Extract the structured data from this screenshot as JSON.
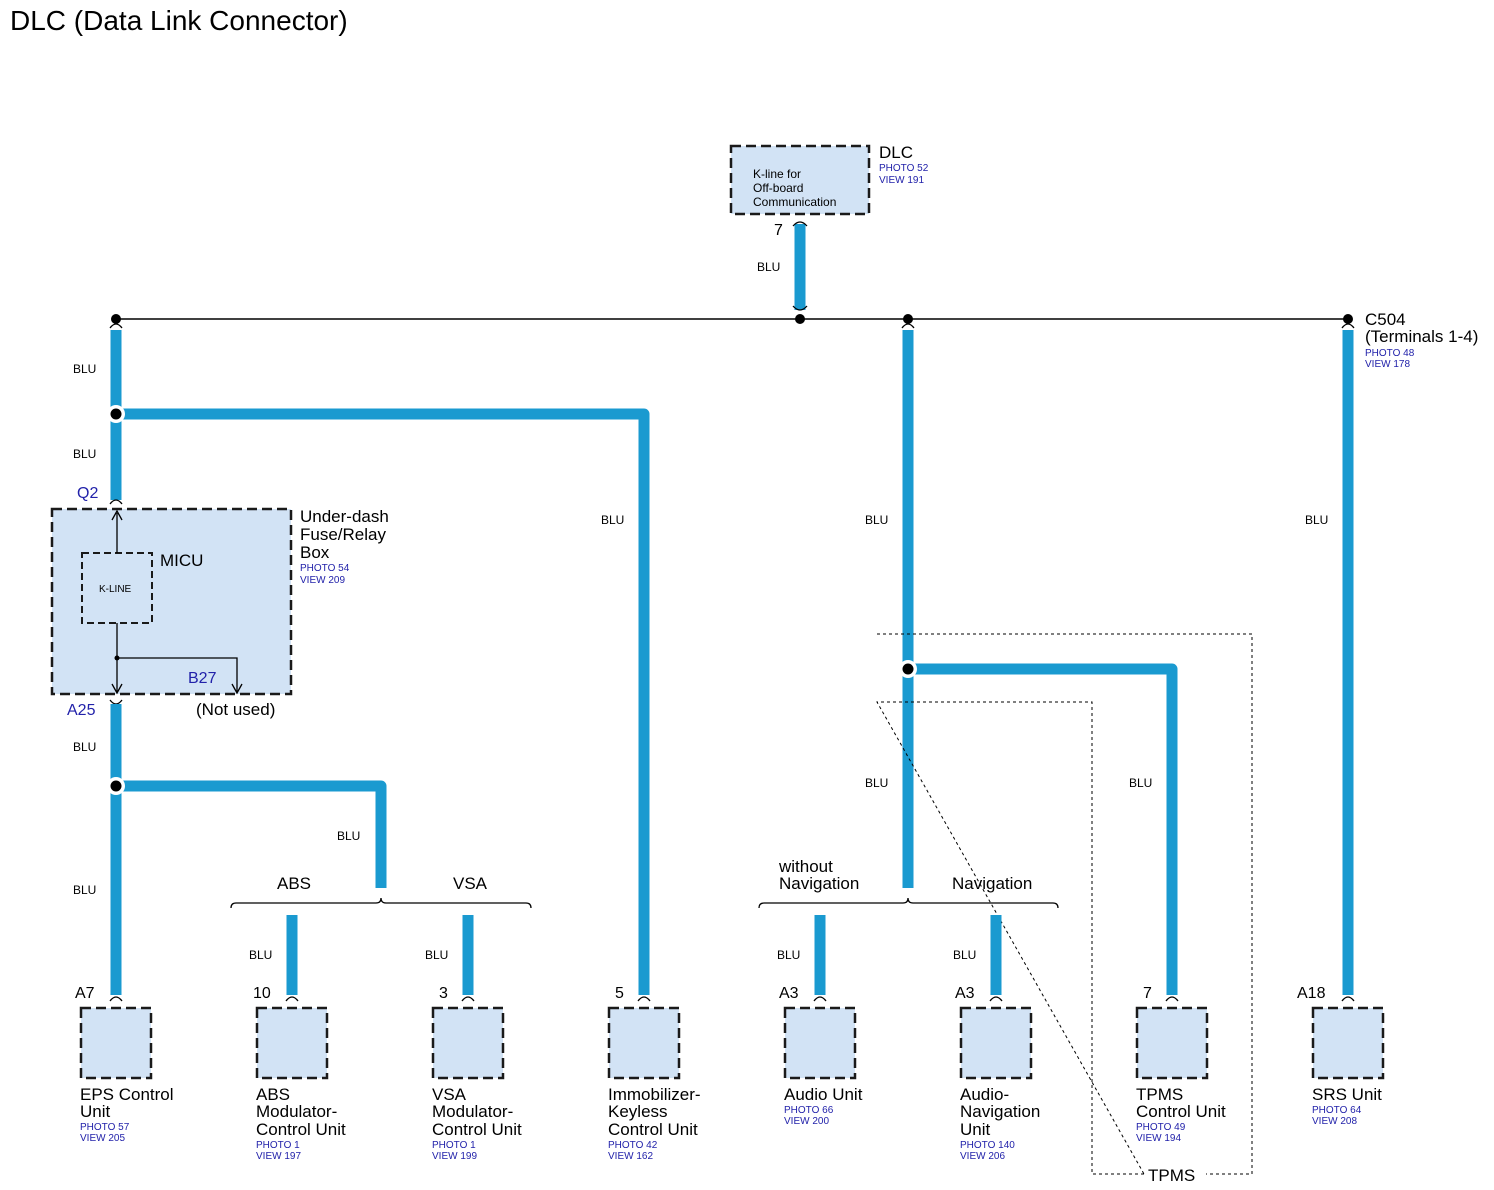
{
  "title": "DLC (Data Link Connector)",
  "wire_color": "BLU",
  "wire_hex": "#1a9ad0",
  "box_fill_hex": "#d2e3f5",
  "ref_text_hex": "#2222aa",
  "dlc": {
    "name": "DLC",
    "inner_lines": [
      "K-line for",
      "Off-board",
      "Communication"
    ],
    "photo": "PHOTO 52",
    "view": "VIEW 191",
    "pin": "7"
  },
  "c504": {
    "name": "C504",
    "subtitle": "(Terminals 1-4)",
    "photo": "PHOTO 48",
    "view": "VIEW 178"
  },
  "fuse_box": {
    "name_lines": [
      "Under-dash",
      "Fuse/Relay",
      "Box"
    ],
    "photo": "PHOTO 54",
    "view": "VIEW 209",
    "micu": "MICU",
    "kline": "K-LINE",
    "pin_top": "Q2",
    "pin_bottom": "A25",
    "pin_b27": "B27",
    "not_used": "(Not used)"
  },
  "groups": {
    "abs": "ABS",
    "vsa": "VSA",
    "without_nav_lines": [
      "without",
      "Navigation"
    ],
    "nav": "Navigation",
    "tpms": "TPMS"
  },
  "components": [
    {
      "id": "eps",
      "pin": "A7",
      "name_lines": [
        "EPS Control",
        "Unit"
      ],
      "photo": "PHOTO 57",
      "view": "VIEW 205"
    },
    {
      "id": "abs",
      "pin": "10",
      "name_lines": [
        "ABS",
        "Modulator-",
        "Control Unit"
      ],
      "photo": "PHOTO 1",
      "view": "VIEW 197"
    },
    {
      "id": "vsa",
      "pin": "3",
      "name_lines": [
        "VSA",
        "Modulator-",
        "Control Unit"
      ],
      "photo": "PHOTO 1",
      "view": "VIEW 199"
    },
    {
      "id": "immobilizer",
      "pin": "5",
      "name_lines": [
        "Immobilizer-",
        "Keyless",
        "Control Unit"
      ],
      "photo": "PHOTO 42",
      "view": "VIEW 162"
    },
    {
      "id": "audio",
      "pin": "A3",
      "name_lines": [
        "Audio Unit"
      ],
      "photo": "PHOTO 66",
      "view": "VIEW 200"
    },
    {
      "id": "audio-nav",
      "pin": "A3",
      "name_lines": [
        "Audio-",
        "Navigation",
        "Unit"
      ],
      "photo": "PHOTO 140",
      "view": "VIEW 206"
    },
    {
      "id": "tpms",
      "pin": "7",
      "name_lines": [
        "TPMS",
        "Control Unit"
      ],
      "photo": "PHOTO 49",
      "view": "VIEW 194"
    },
    {
      "id": "srs",
      "pin": "A18",
      "name_lines": [
        "SRS Unit"
      ],
      "photo": "PHOTO 64",
      "view": "VIEW 208"
    }
  ]
}
